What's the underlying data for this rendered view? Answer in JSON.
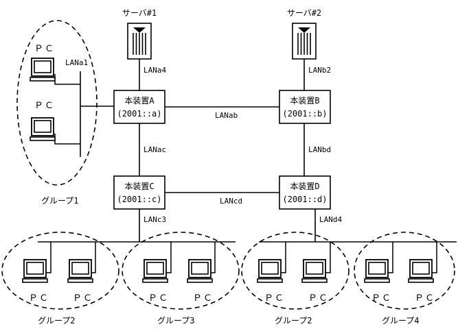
{
  "servers": [
    {
      "label": "サーバ#1"
    },
    {
      "label": "サーバ#2"
    }
  ],
  "devices": {
    "A": {
      "name": "本装置A",
      "address": "(2001::a)"
    },
    "B": {
      "name": "本装置B",
      "address": "(2001::b)"
    },
    "C": {
      "name": "本装置C",
      "address": "(2001::c)"
    },
    "D": {
      "name": "本装置D",
      "address": "(2001::d)"
    }
  },
  "lans": {
    "a1": "LANa1",
    "a4": "LANa4",
    "b2": "LANb2",
    "ab": "LANab",
    "ac": "LANac",
    "bd": "LANbd",
    "cd": "LANcd",
    "c3": "LANc3",
    "d4": "LANd4"
  },
  "pc_label": "ＰＣ",
  "groups": [
    {
      "label": "グループ1"
    },
    {
      "label": "グループ2"
    },
    {
      "label": "グループ3"
    },
    {
      "label": "グループ2"
    },
    {
      "label": "グループ4"
    }
  ]
}
